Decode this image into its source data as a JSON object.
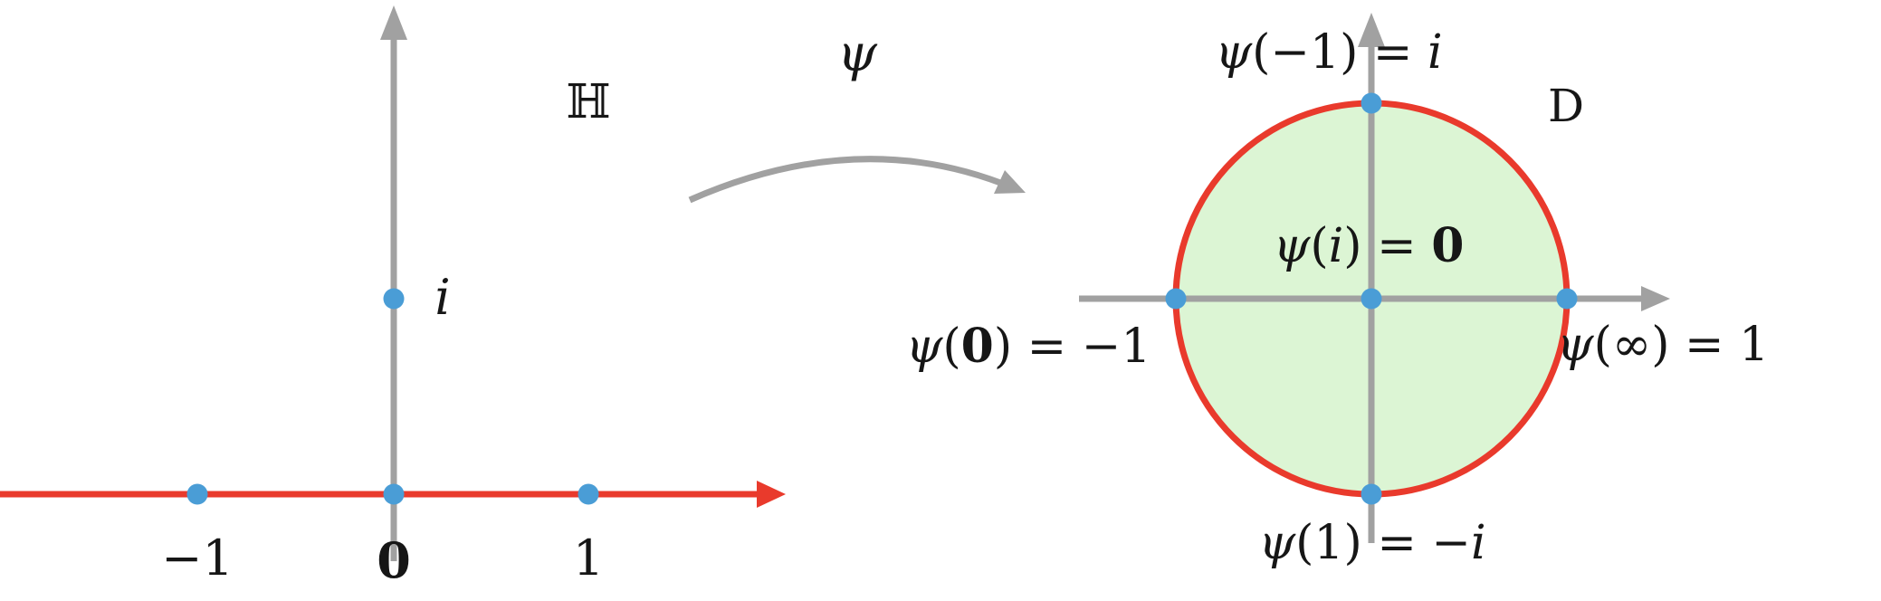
{
  "figure_title": "Cayley transform diagram",
  "left_plane": {
    "domain_label": "ℍ",
    "tick_minus_one": "−1",
    "tick_zero": "0",
    "tick_one": "1",
    "point_i_label": "i"
  },
  "map_arrow": {
    "label": "ψ"
  },
  "disk": {
    "domain_label": "D",
    "label_top": {
      "fn": "ψ",
      "mid": "(−1) = ",
      "val": "i"
    },
    "label_center": {
      "fn": "ψ",
      "open": "(",
      "arg": "i",
      "close": ") = ",
      "val": "0"
    },
    "label_left": {
      "fn": "ψ",
      "open": "(",
      "arg": "0",
      "close": ") = −1"
    },
    "label_right": {
      "fn": "ψ",
      "rest": "(∞) = 1"
    },
    "label_bottom": {
      "fn": "ψ",
      "mid": "(1) = −",
      "val": "i"
    }
  },
  "colors": {
    "axis_gray": "#a1a1a1",
    "boundary_red": "#e93a2c",
    "point_blue": "#4a9dd6",
    "disk_fill": "#dcf5d4"
  }
}
